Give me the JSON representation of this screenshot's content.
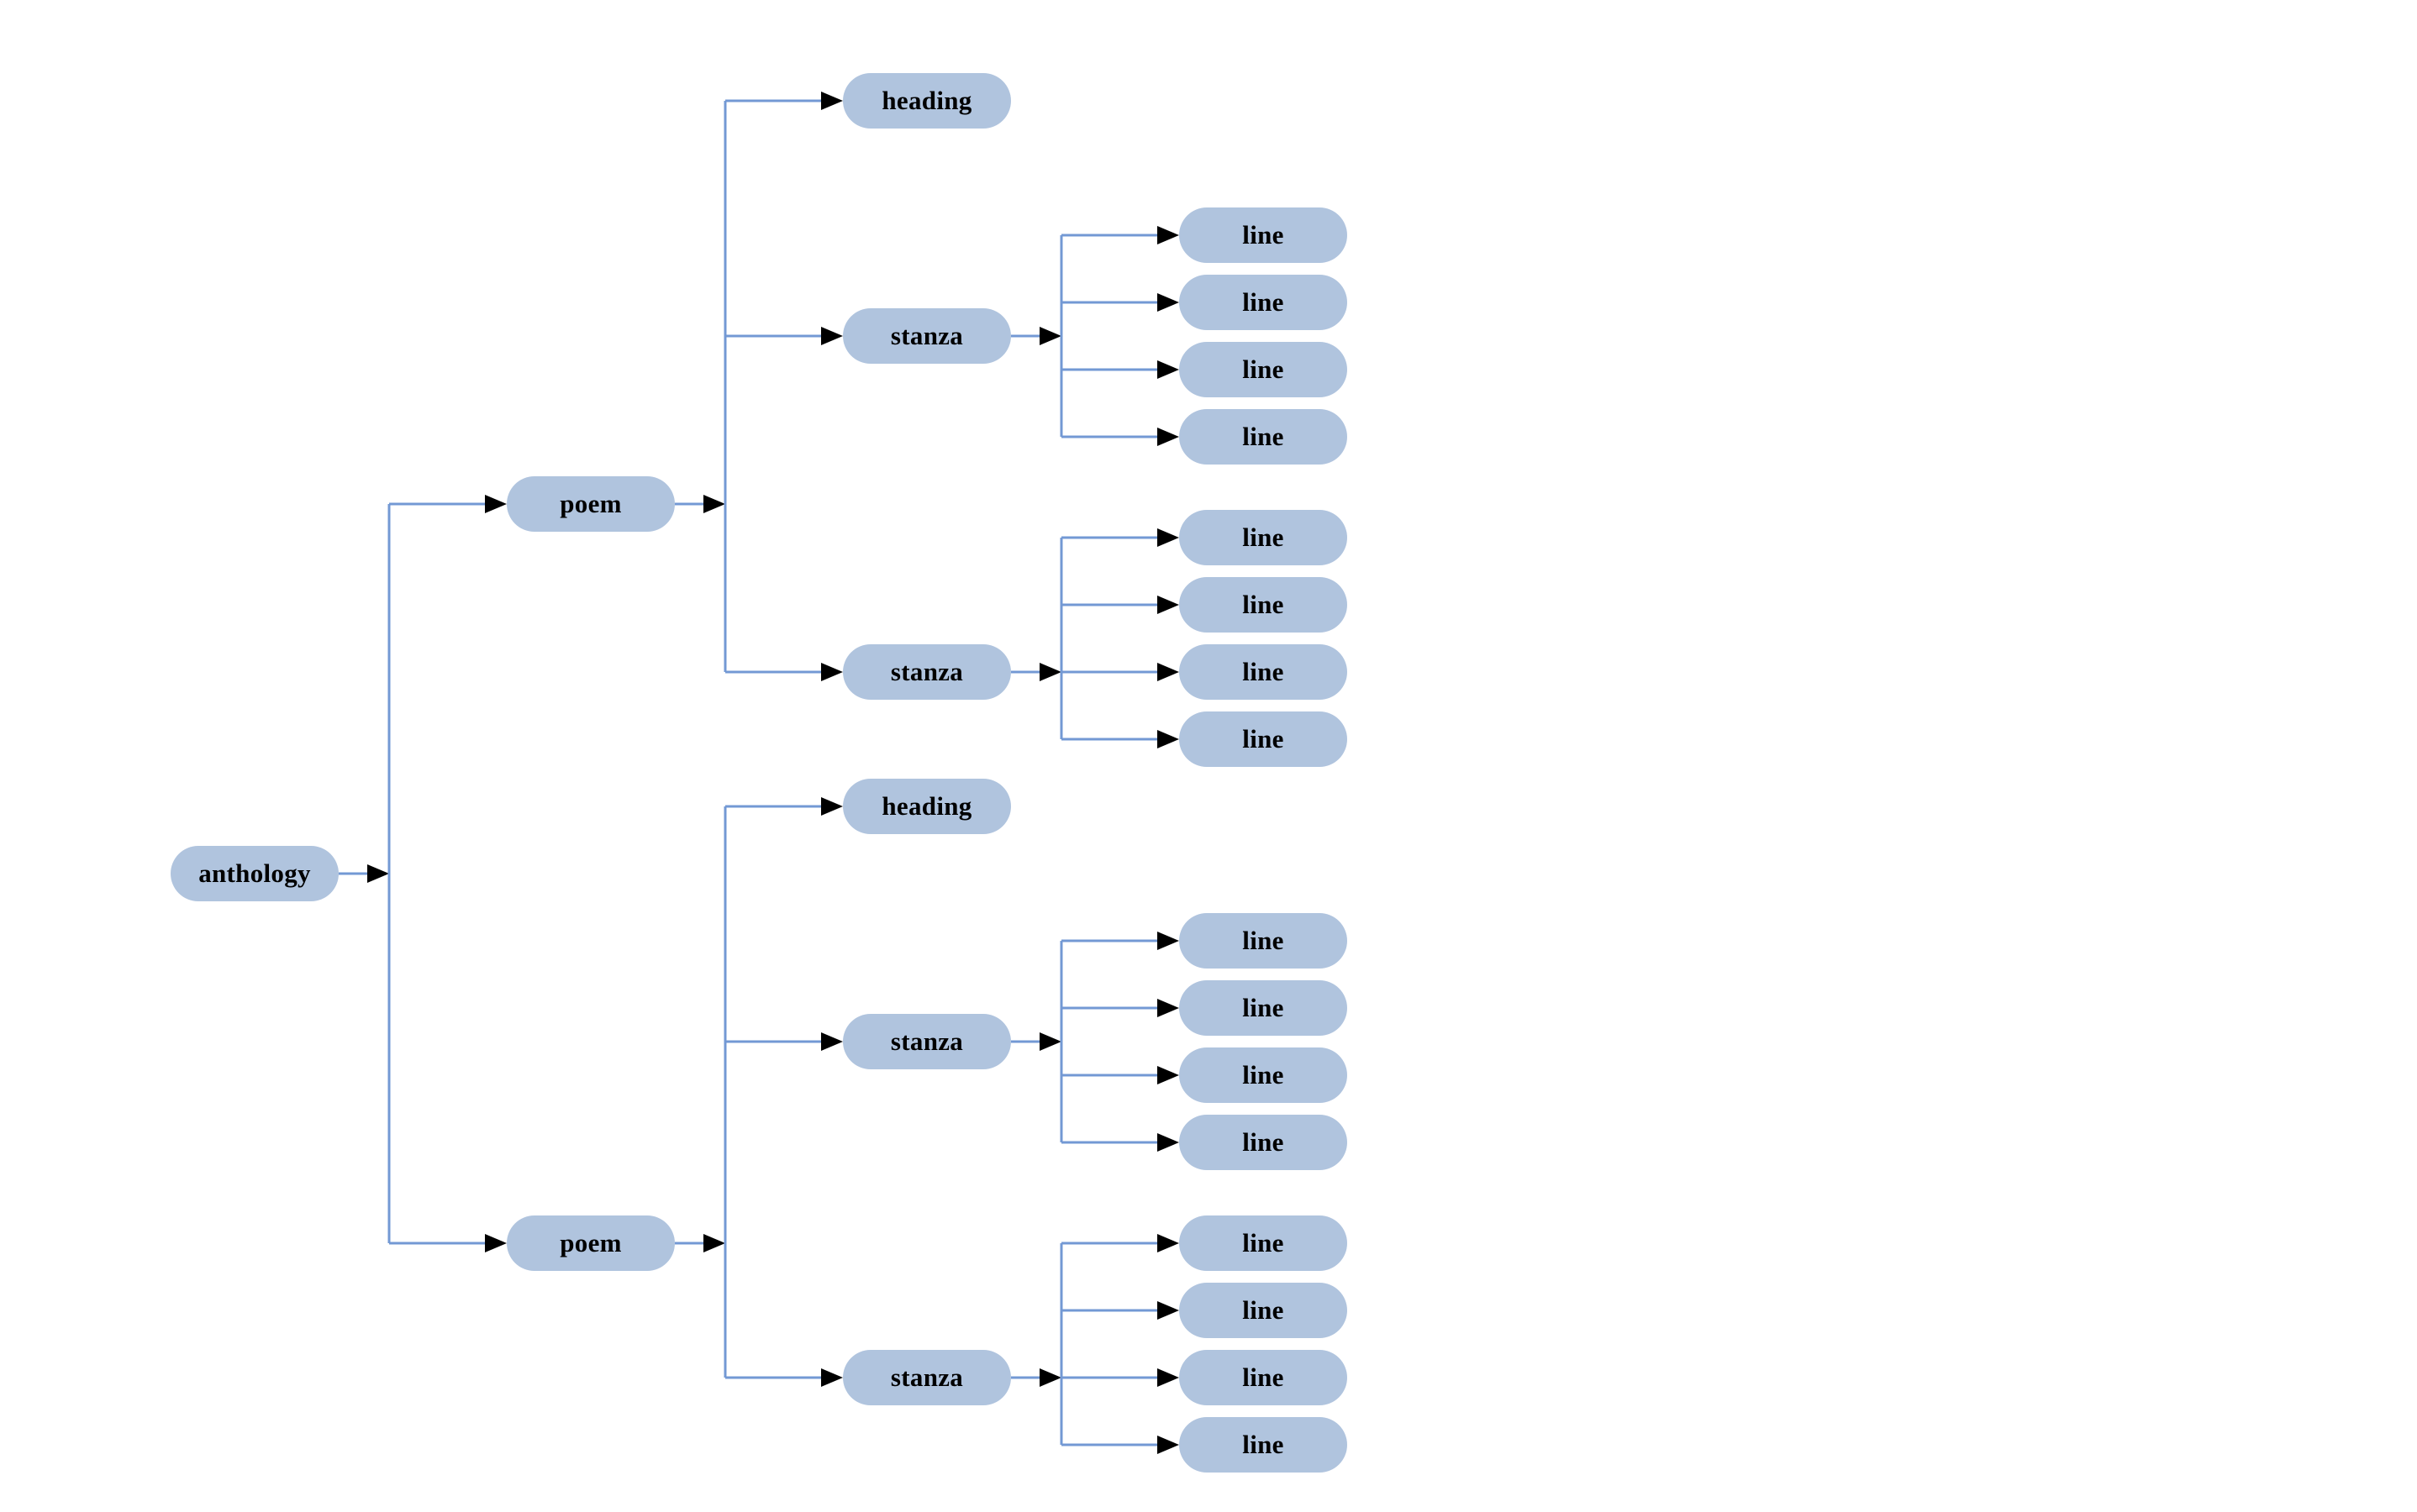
{
  "diagram": {
    "background": "#ffffff",
    "colors": {
      "node_fill": "#b0c4de",
      "edge": "#7399d4",
      "arrowhead": "#000000",
      "label_text": "#000000"
    },
    "tree": {
      "id": "anthology",
      "label": "anthology",
      "children": [
        {
          "id": "poem-1",
          "label": "poem",
          "children": [
            {
              "id": "poem-1-heading",
              "label": "heading",
              "children": []
            },
            {
              "id": "poem-1-stanza-1",
              "label": "stanza",
              "children": [
                {
                  "id": "poem-1-stanza-1-line-1",
                  "label": "line",
                  "children": []
                },
                {
                  "id": "poem-1-stanza-1-line-2",
                  "label": "line",
                  "children": []
                },
                {
                  "id": "poem-1-stanza-1-line-3",
                  "label": "line",
                  "children": []
                },
                {
                  "id": "poem-1-stanza-1-line-4",
                  "label": "line",
                  "children": []
                }
              ]
            },
            {
              "id": "poem-1-stanza-2",
              "label": "stanza",
              "children": [
                {
                  "id": "poem-1-stanza-2-line-1",
                  "label": "line",
                  "children": []
                },
                {
                  "id": "poem-1-stanza-2-line-2",
                  "label": "line",
                  "children": []
                },
                {
                  "id": "poem-1-stanza-2-line-3",
                  "label": "line",
                  "children": []
                },
                {
                  "id": "poem-1-stanza-2-line-4",
                  "label": "line",
                  "children": []
                }
              ]
            }
          ]
        },
        {
          "id": "poem-2",
          "label": "poem",
          "children": [
            {
              "id": "poem-2-heading",
              "label": "heading",
              "children": []
            },
            {
              "id": "poem-2-stanza-1",
              "label": "stanza",
              "children": [
                {
                  "id": "poem-2-stanza-1-line-1",
                  "label": "line",
                  "children": []
                },
                {
                  "id": "poem-2-stanza-1-line-2",
                  "label": "line",
                  "children": []
                },
                {
                  "id": "poem-2-stanza-1-line-3",
                  "label": "line",
                  "children": []
                },
                {
                  "id": "poem-2-stanza-1-line-4",
                  "label": "line",
                  "children": []
                }
              ]
            },
            {
              "id": "poem-2-stanza-2",
              "label": "stanza",
              "children": [
                {
                  "id": "poem-2-stanza-2-line-1",
                  "label": "line",
                  "children": []
                },
                {
                  "id": "poem-2-stanza-2-line-2",
                  "label": "line",
                  "children": []
                },
                {
                  "id": "poem-2-stanza-2-line-3",
                  "label": "line",
                  "children": []
                },
                {
                  "id": "poem-2-stanza-2-line-4",
                  "label": "line",
                  "children": []
                }
              ]
            }
          ]
        }
      ]
    }
  }
}
